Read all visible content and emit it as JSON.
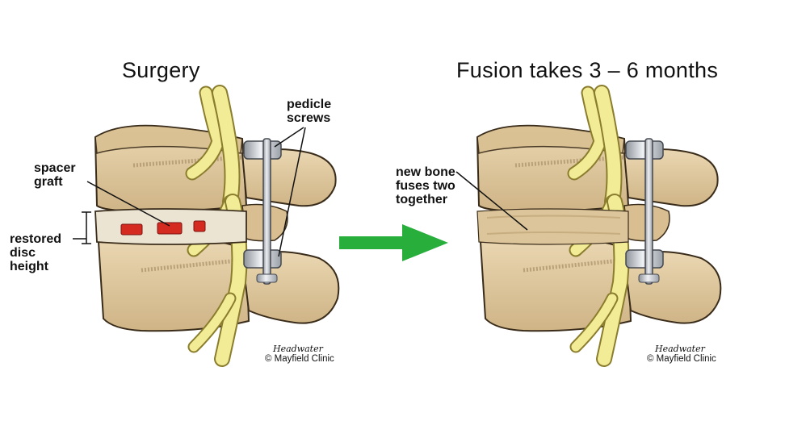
{
  "panels": [
    {
      "title": "Surgery",
      "labels": {
        "pedicle": "pedicle",
        "screws": "screws",
        "spacer": "spacer",
        "graft": "graft",
        "restored": "restored",
        "disc": "disc",
        "height": "height"
      },
      "credit_signature": "Headwater",
      "credit": "© Mayfield Clinic"
    },
    {
      "title": "Fusion takes 3 – 6 months",
      "labels": {
        "line1": "new bone",
        "line2": "fuses two",
        "line3": "together"
      },
      "credit_signature": "Headwater",
      "credit": "© Mayfield Clinic"
    }
  ],
  "colors": {
    "bone": "#e3cda5",
    "bone_shadow": "#c4a77b",
    "bone_outline": "#3a2c1a",
    "nerve": "#f3ec96",
    "nerve_outline": "#8a7d2e",
    "hardware": "#c9ccd2",
    "graft": "#d52a1f",
    "arrow": "#27ae3b"
  },
  "arrow_icon": "right-arrow"
}
